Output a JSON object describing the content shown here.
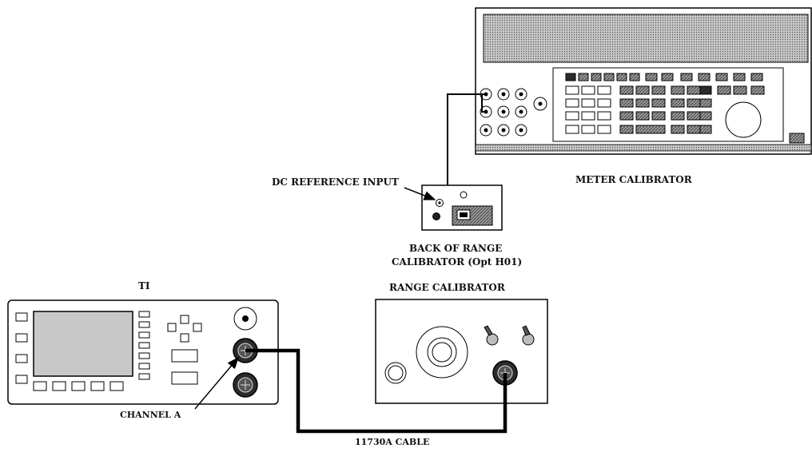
{
  "labels": {
    "dc_reference_input": "DC REFERENCE INPUT",
    "meter_calibrator": "METER CALIBRATOR",
    "back_of_range_line1": "BACK OF RANGE",
    "back_of_range_line2": "CALIBRATOR (Opt H01)",
    "ti": "TI",
    "range_calibrator": "RANGE CALIBRATOR",
    "channel_a": "CHANNEL A",
    "cable": "11730A CABLE"
  },
  "colors": {
    "line": "#000000",
    "screen": "#c8c8c8",
    "hatch": "#6e6e6e"
  }
}
